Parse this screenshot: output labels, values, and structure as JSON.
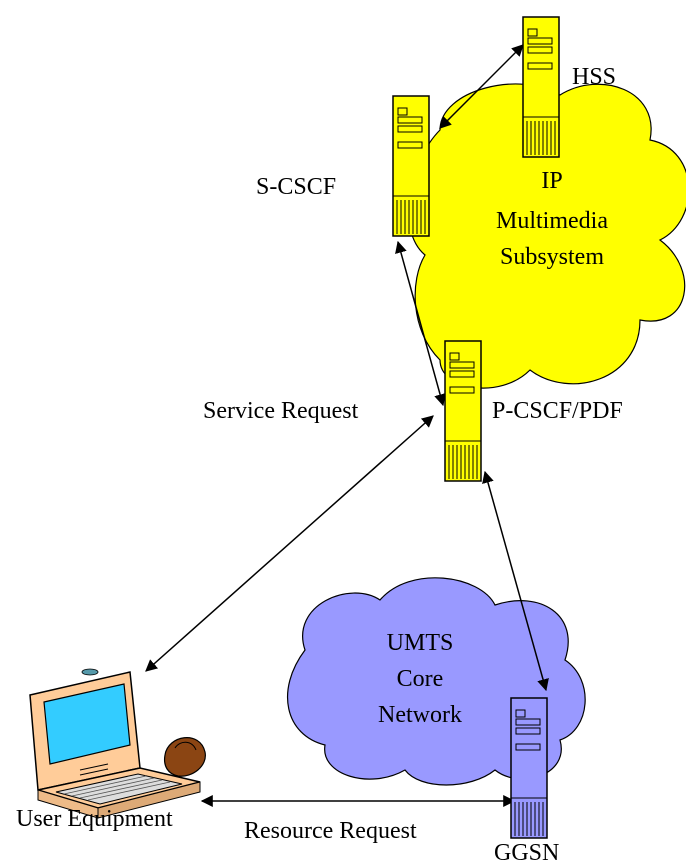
{
  "clouds": {
    "ims": {
      "lines": [
        "IP",
        "Multimedia",
        "Subsystem"
      ]
    },
    "umts": {
      "lines": [
        "UMTS",
        "Core",
        "Network"
      ]
    }
  },
  "nodes": {
    "hss": "HSS",
    "scscf": "S-CSCF",
    "pcscf": "P-CSCF/PDF",
    "ggsn": "GGSN",
    "ue": "User Equipment"
  },
  "edges": {
    "service_request": "Service Request",
    "resource_request": "Resource Request"
  },
  "colors": {
    "server_yellow": "#ffff00",
    "server_blue": "#9999ff",
    "cloud_yellow": "#ffff00",
    "cloud_blue": "#9999ff",
    "laptop_body": "#ffcc99",
    "laptop_screen": "#33ccff"
  }
}
